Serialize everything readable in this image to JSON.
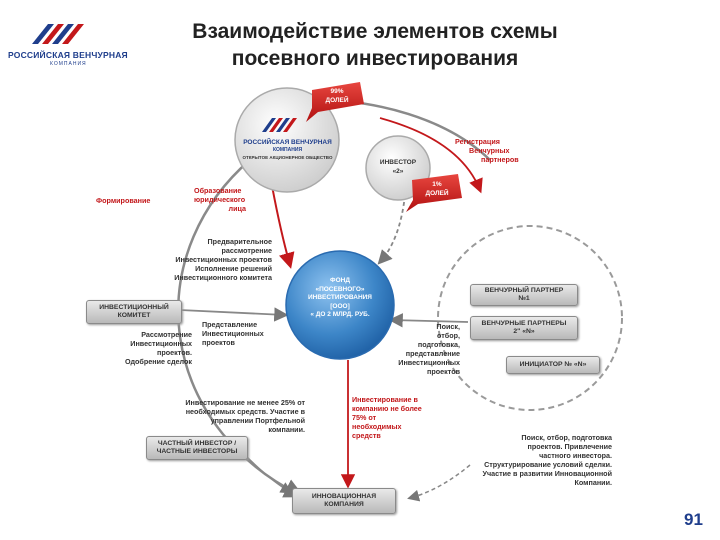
{
  "title": {
    "line1": "Взаимодействие элементов схемы",
    "line2": "посевного инвестирования"
  },
  "logo": {
    "name": "РОССИЙСКАЯ ВЕНЧУРНАЯ",
    "sub": "КОМПАНИЯ"
  },
  "rvc_circle": {
    "name": "РОССИЙСКАЯ ВЕНЧУРНАЯ",
    "sub": "КОМПАНИЯ",
    "society": "ОТКРЫТОЕ АКЦИОНЕРНОЕ ОБЩЕСТВО"
  },
  "share_99": {
    "line1": "99%",
    "line2": "ДОЛЕЙ"
  },
  "share_1": {
    "line1": "1%",
    "line2": "ДОЛЕЙ"
  },
  "investor2": {
    "line1": "ИНВЕСТОР",
    "line2": "«2»"
  },
  "fund": {
    "line1": "ФОНД",
    "line2": "«ПОСЕВНОГО»",
    "line3": "ИНВЕСТИРОВАНИЯ",
    "line4": "[ООО]",
    "line5": "« ДО 2 МЛРД. РУБ."
  },
  "labels": {
    "formation": "Формирование",
    "legal_entity": [
      "Образование",
      "юридического",
      "лица"
    ],
    "registration": [
      "Регистрация",
      "Венчурных",
      "партнеров"
    ],
    "prelim": [
      "Предварительное",
      "рассмотрение",
      "Инвестиционных проектов",
      "Исполнение решений",
      "Инвестиционного комитета"
    ],
    "review": [
      "Рассмотрение",
      "Инвестиционных",
      "проектов.",
      "Одобрение сделок"
    ],
    "presentation": [
      "Представление",
      "Инвестиционных",
      "проектов"
    ],
    "search": [
      "Поиск,",
      "отбор,",
      "подготовка,",
      "представление",
      "Инвестиционных",
      "проектов"
    ],
    "invest_25": [
      "Инвестирование не менее 25% от",
      "необходимых средств. Участие в",
      "управлении Портфельной",
      "компании."
    ],
    "invest_75": [
      "Инвестирование в",
      "компанию не более",
      "75% от",
      "необходимых",
      "средств"
    ],
    "bottom_right": [
      "Поиск, отбор, подготовка",
      "проектов. Привлечение",
      "частного инвестора.",
      "Структурирование условий сделки.",
      "Участие в развитии Инновационной",
      "Компании."
    ]
  },
  "boxes": {
    "committee": [
      "ИНВЕСТИЦИОННЫЙ",
      "КОМИТЕТ"
    ],
    "partner1": [
      "ВЕНЧУРНЫЙ ПАРТНЕР",
      "№1"
    ],
    "partners": [
      "ВЕНЧУРНЫЕ ПАРТНЕРЫ",
      "2\" «N»"
    ],
    "initiator": "ИНИЦИАТОР № «N»",
    "private": [
      "ЧАСТНЫЙ ИНВЕСТОР /",
      "ЧАСТНЫЕ ИНВЕСТОРЫ"
    ],
    "innovation": [
      "ИННОВАЦИОННАЯ",
      "КОМПАНИЯ"
    ]
  },
  "page_number": "91",
  "colors": {
    "accent_red": "#c3181b",
    "brand_blue": "#1f3e8c",
    "fund_blue": "#3d86c8"
  }
}
